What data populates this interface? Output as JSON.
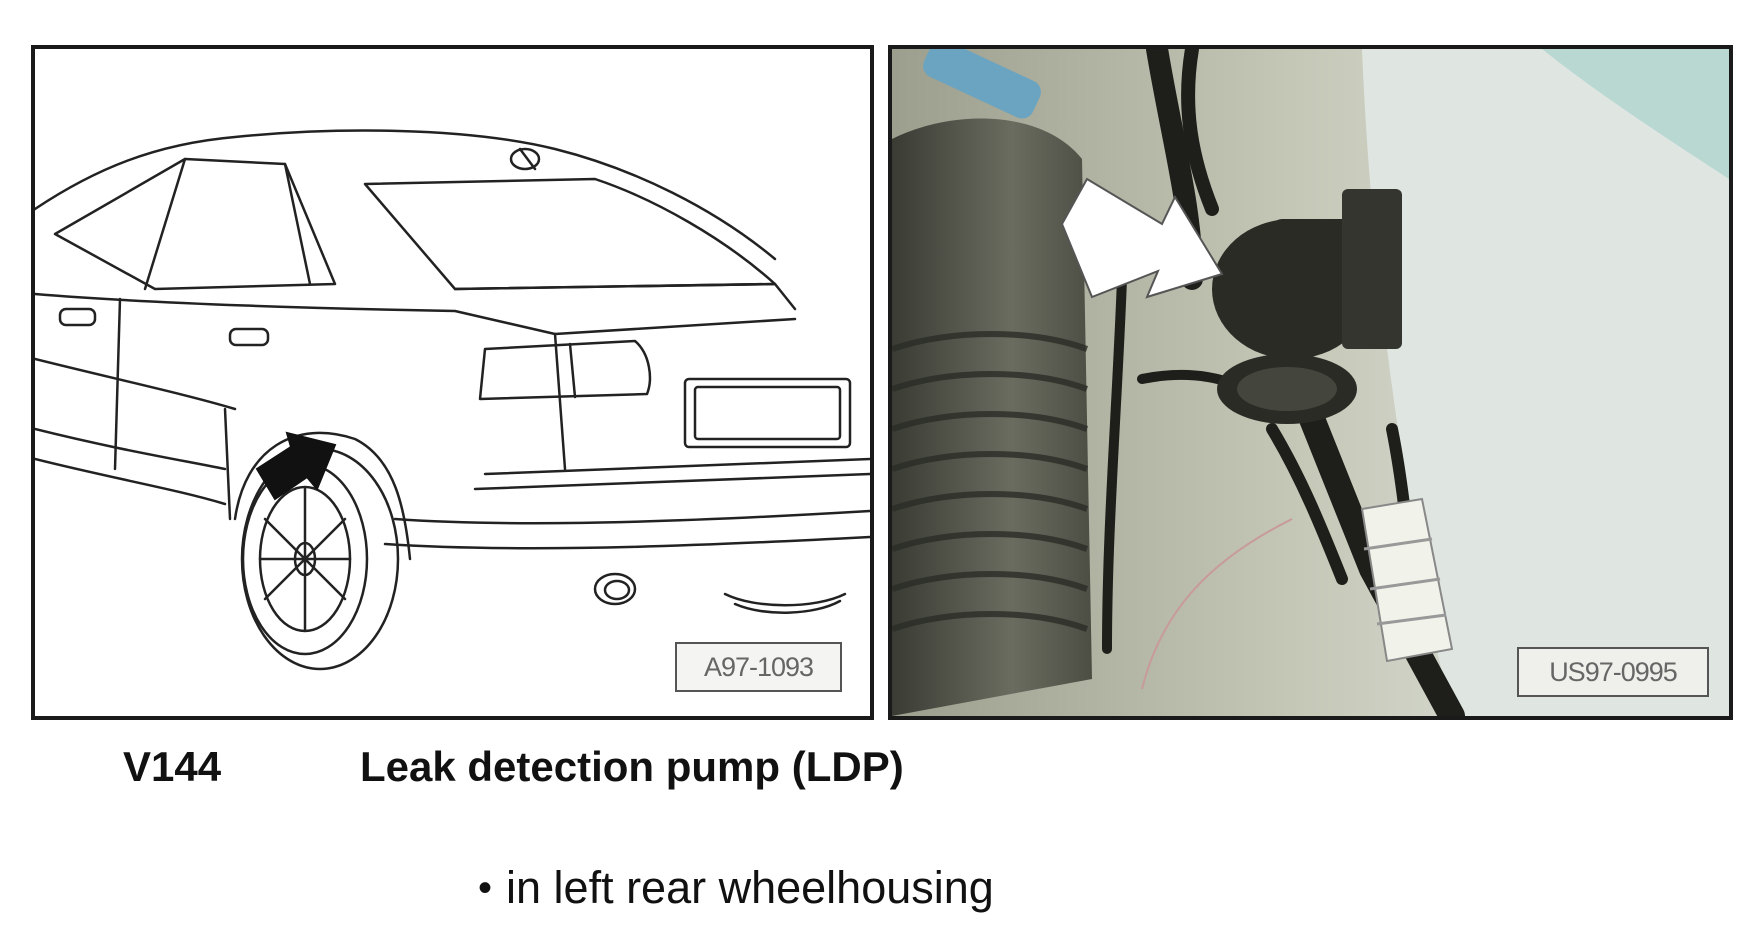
{
  "figures": {
    "left": {
      "reference": "A97-1093",
      "icon": "rear-car-line-drawing-with-arrow"
    },
    "right": {
      "reference": "US97-0995",
      "icon": "wheelhousing-photo-with-arrow"
    }
  },
  "component": {
    "code": "V144",
    "name": "Leak detection pump (LDP)"
  },
  "location": {
    "bullet": "•",
    "text": "in left rear wheelhousing"
  },
  "colors": {
    "border": "#1a1a1a",
    "photo_background": "#c9cbbe"
  }
}
